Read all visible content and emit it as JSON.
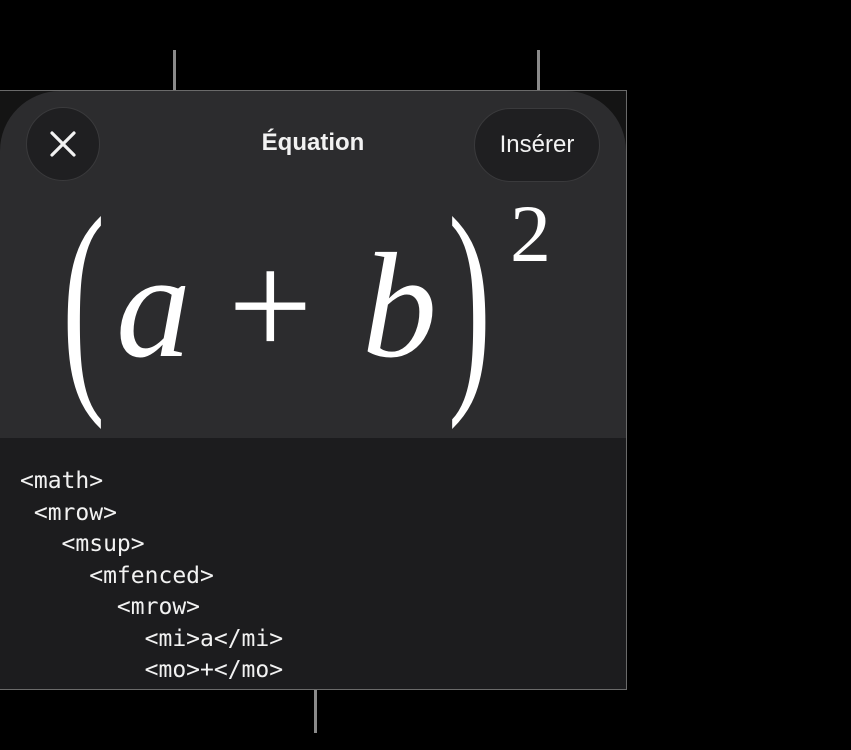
{
  "dialog": {
    "title": "Équation",
    "close_label": "×",
    "close_icon": "close-icon",
    "insert_label": "Insérer"
  },
  "equation": {
    "open_paren": "(",
    "var_a": "a",
    "operator": "+",
    "var_b": "b",
    "close_paren": ")",
    "exponent": "2"
  },
  "code": {
    "lines": [
      "<math>",
      " <mrow>",
      "   <msup>",
      "     <mfenced>",
      "       <mrow>",
      "         <mi>a</mi>",
      "         <mo>+</mo>"
    ]
  },
  "colors": {
    "background": "#000000",
    "preview_bg": "#2c2c2e",
    "code_bg": "#1c1c1e",
    "button_bg": "#1f1f21",
    "text": "#f2f2f2",
    "callout": "#8a8a8a"
  }
}
